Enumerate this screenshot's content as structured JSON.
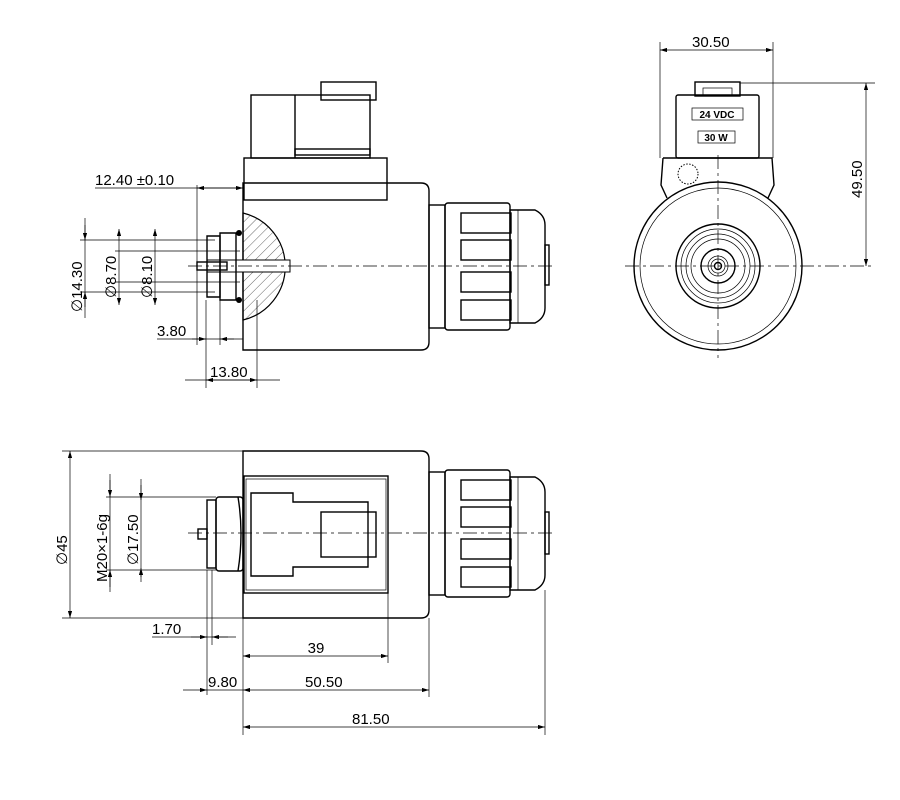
{
  "title": "Solenoid coil dimension drawing",
  "side_view": {
    "dims": {
      "face_offset": "12.40 ±0.10",
      "dia_outer": "∅14.30",
      "dia_mid": "∅8.70",
      "dia_inner": "∅8.10",
      "flange_depth": "3.80",
      "spigot_length": "13.80"
    }
  },
  "end_view": {
    "voltage_label": "24 VDC",
    "power_label": "30 W",
    "dims": {
      "width": "30.50",
      "height": "49.50"
    }
  },
  "top_view": {
    "dims": {
      "body_dia": "∅45",
      "thread": "M20×1-6g",
      "spigot_dia": "∅17.50",
      "collar": "1.70",
      "connector_len": "39",
      "spigot_len": "9.80",
      "body_len": "50.50",
      "overall_len": "81.50"
    }
  },
  "colors": {
    "line": "#000000",
    "background": "#ffffff"
  }
}
